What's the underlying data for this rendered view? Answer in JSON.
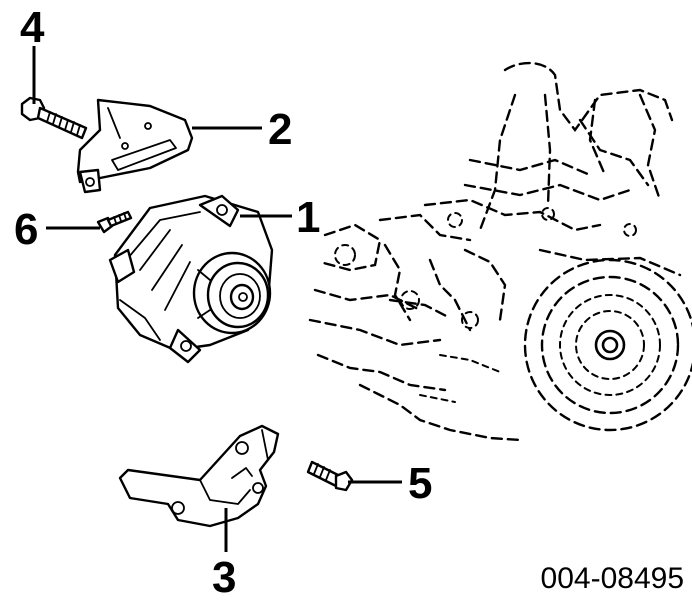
{
  "figure": {
    "reference_code": "004-08495",
    "callouts": [
      {
        "id": "1",
        "label": "1"
      },
      {
        "id": "2",
        "label": "2"
      },
      {
        "id": "3",
        "label": "3"
      },
      {
        "id": "4",
        "label": "4"
      },
      {
        "id": "5",
        "label": "5"
      },
      {
        "id": "6",
        "label": "6"
      }
    ]
  }
}
